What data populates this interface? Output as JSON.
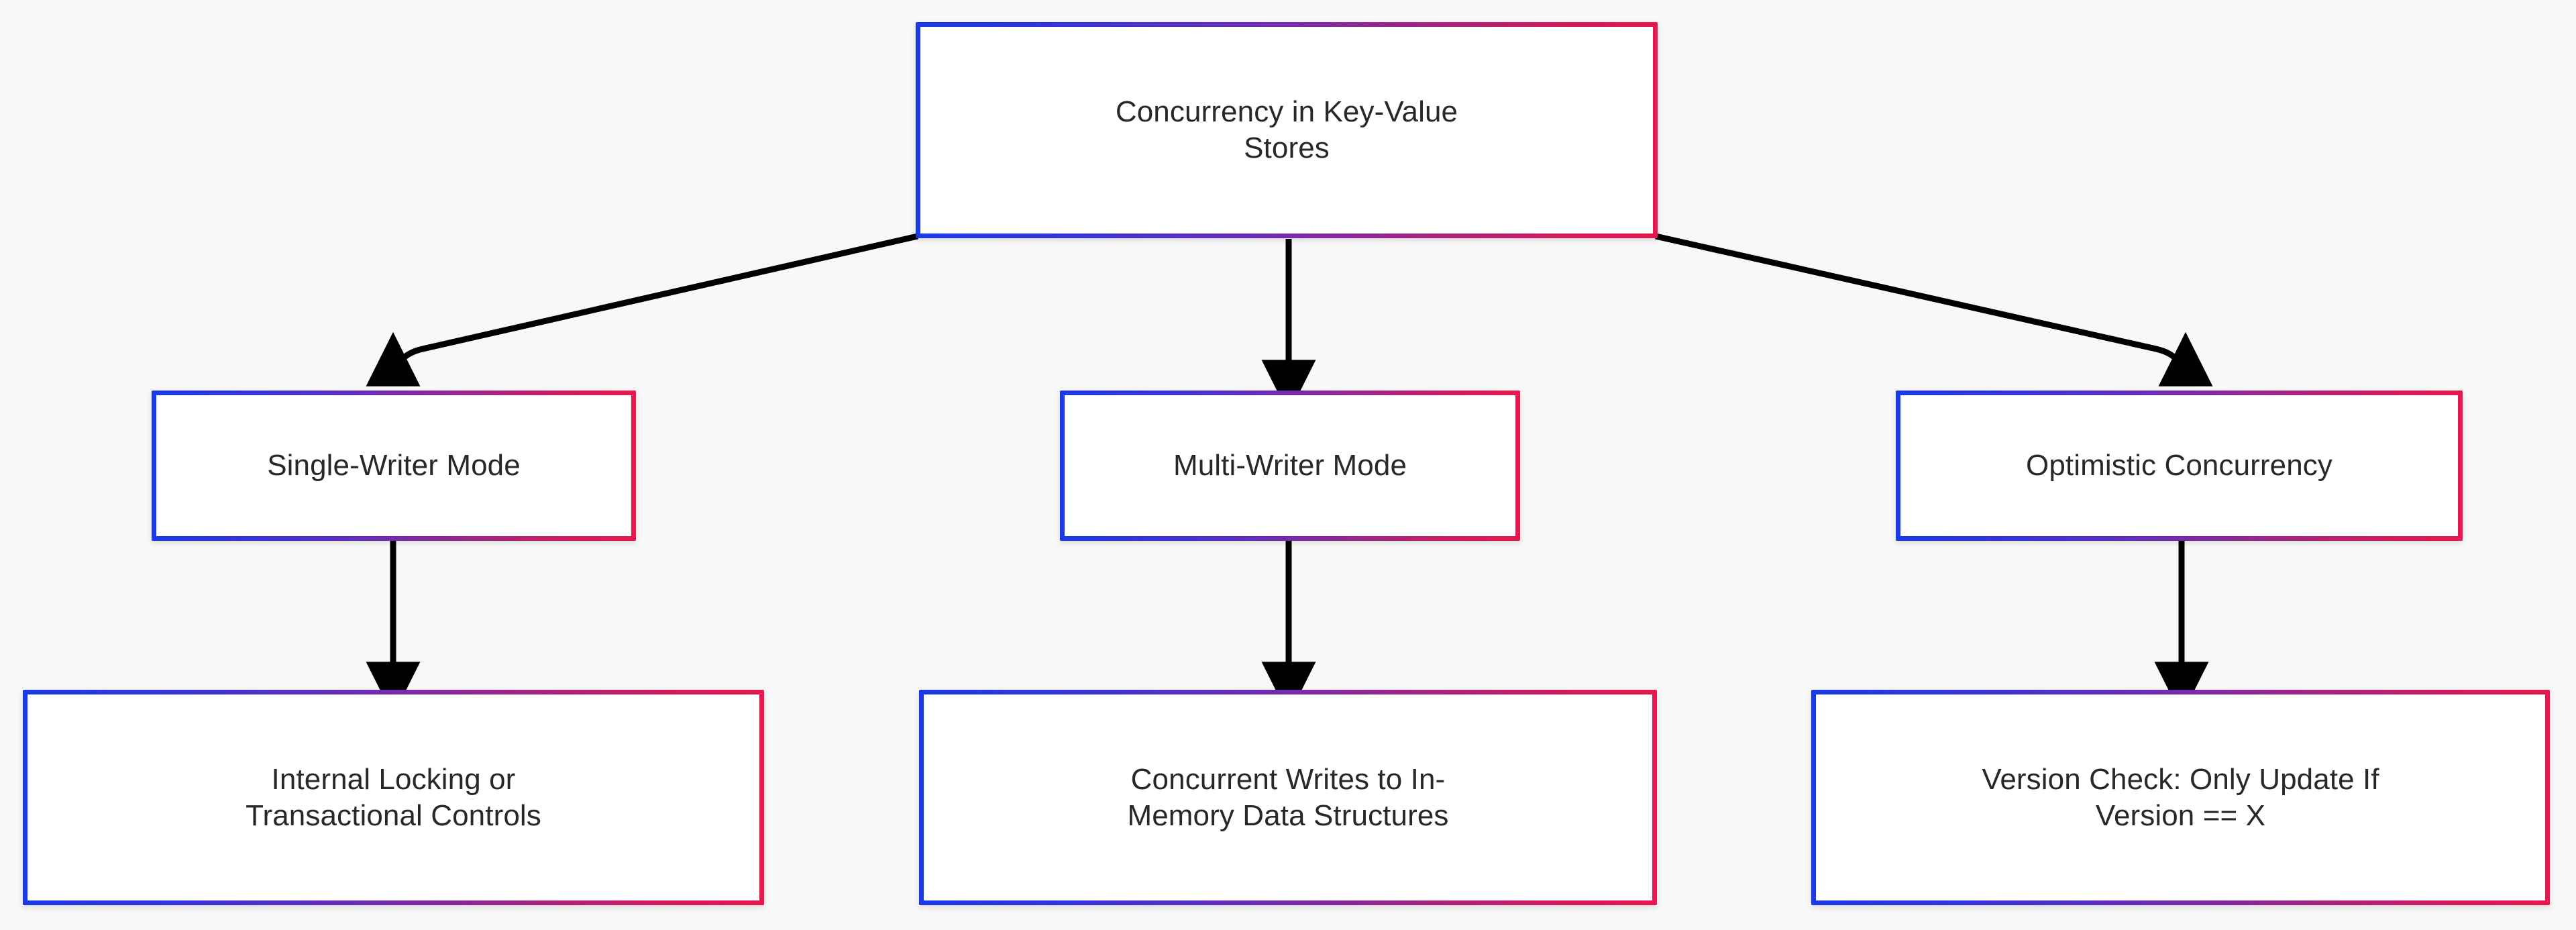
{
  "diagram": {
    "type": "flowchart",
    "direction": "top-down",
    "title": "Concurrency in Key-Value Stores",
    "background_color": "#f8f8f8",
    "node_fill_color": "#ffffff",
    "node_border_gradient_start": "#1a3ae6",
    "node_border_gradient_end": "#e8174e",
    "edge_color": "#000000",
    "text_color": "#26282b",
    "nodes": [
      {
        "id": "root",
        "label": "Concurrency in Key-Value\nStores",
        "level": 0
      },
      {
        "id": "single",
        "label": "Single-Writer Mode",
        "level": 1
      },
      {
        "id": "multi",
        "label": "Multi-Writer Mode",
        "level": 1
      },
      {
        "id": "optimistic",
        "label": "Optimistic Concurrency",
        "level": 1
      },
      {
        "id": "locking",
        "label": "Internal Locking or\nTransactional Controls",
        "level": 2
      },
      {
        "id": "writes",
        "label": "Concurrent Writes to In-\nMemory Data Structures",
        "level": 2
      },
      {
        "id": "version",
        "label": "Version Check: Only Update If\nVersion == X",
        "level": 2
      }
    ],
    "edges": [
      {
        "id": "root-single",
        "from": "root",
        "to": "single",
        "style": "curved",
        "arrow": "arrowhead-down"
      },
      {
        "id": "root-multi",
        "from": "root",
        "to": "multi",
        "style": "straight",
        "arrow": "arrowhead-down"
      },
      {
        "id": "root-optimistic",
        "from": "root",
        "to": "optimistic",
        "style": "curved",
        "arrow": "arrowhead-down"
      },
      {
        "id": "single-locking",
        "from": "single",
        "to": "locking",
        "style": "straight",
        "arrow": "arrowhead-down"
      },
      {
        "id": "multi-writes",
        "from": "multi",
        "to": "writes",
        "style": "straight",
        "arrow": "arrowhead-down"
      },
      {
        "id": "optimistic-version",
        "from": "optimistic",
        "to": "version",
        "style": "straight",
        "arrow": "arrowhead-down"
      }
    ]
  }
}
